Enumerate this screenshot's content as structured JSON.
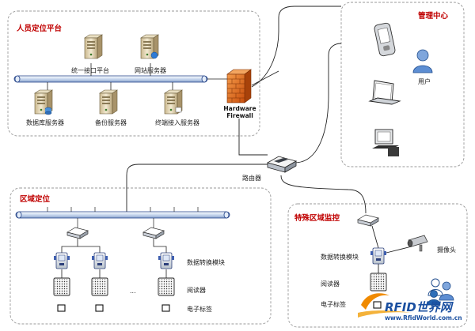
{
  "zones": {
    "personnel": {
      "title": "人员定位平台"
    },
    "management": {
      "title": "管理中心"
    },
    "regional": {
      "title": "区域定位"
    },
    "special": {
      "title": "特殊区域监控"
    }
  },
  "servers": {
    "unified_interface": "统一接口平台",
    "web_server": "网站服务器",
    "database_server": "数据库服务器",
    "backup_server": "备份服务器",
    "terminal_server": "终端接入服务器"
  },
  "firewall": {
    "line1": "Hardware",
    "line2": "Firewall"
  },
  "router": {
    "label": "路由器"
  },
  "management_devices": {
    "user": "用户"
  },
  "regional_labels": {
    "converter": "数据转换模块",
    "reader": "阅读器",
    "ellipsis": "...",
    "tag": "电子标签"
  },
  "special_labels": {
    "converter": "数据转换模块",
    "reader": "阅读器",
    "tag": "电子标签",
    "camera": "摄像头"
  },
  "watermark": {
    "brand": "RFID世界网",
    "url": "www.RfidWorld.com.cn"
  },
  "colors": {
    "zone_border": "#9a9a9a",
    "bus_fill": "#d7e4f4",
    "bus_stroke": "#1f3f86",
    "title_red": "#c00000",
    "firewall_orange": "#e06a1a",
    "watermark_blue": "#1a4fa0",
    "watermark_orange": "#f08a00"
  }
}
